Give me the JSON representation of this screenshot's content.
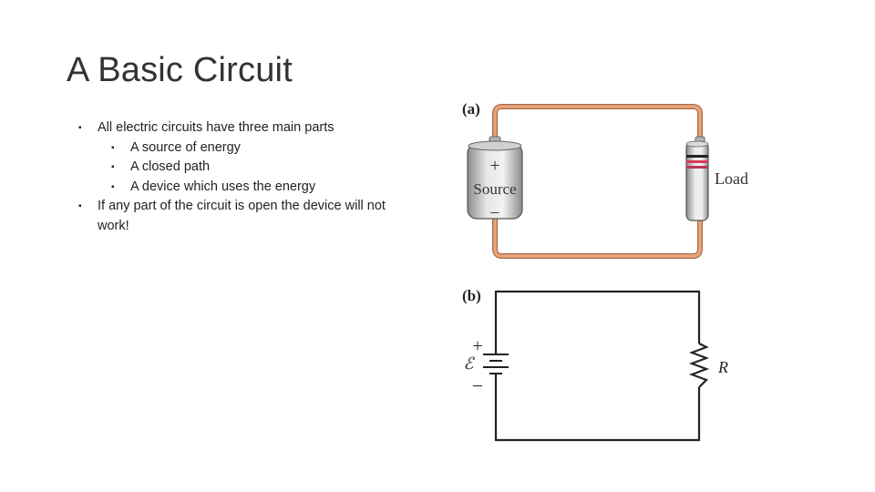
{
  "slide": {
    "title": "A Basic Circuit",
    "bullets": [
      {
        "text": "All electric circuits have three main parts",
        "level": 1
      },
      {
        "text": "A source of energy",
        "level": 2
      },
      {
        "text": "A closed path",
        "level": 2
      },
      {
        "text": "A device which uses the energy",
        "level": 2
      },
      {
        "text": "If any part of the circuit is open the device will not work!",
        "level": 1
      }
    ],
    "bullet_marker": "▪"
  },
  "figure_a": {
    "label": "(a)",
    "battery_plus": "+",
    "battery_text": "Source",
    "battery_minus": "–",
    "load_label": "Load",
    "wire_color": "#e8a47a",
    "band_colors": [
      "#222222",
      "#d93a5a",
      "#b8365a"
    ]
  },
  "figure_b": {
    "label": "(b)",
    "plus": "+",
    "emf_symbol": "ℰ",
    "minus": "–",
    "resistor_label": "R"
  }
}
